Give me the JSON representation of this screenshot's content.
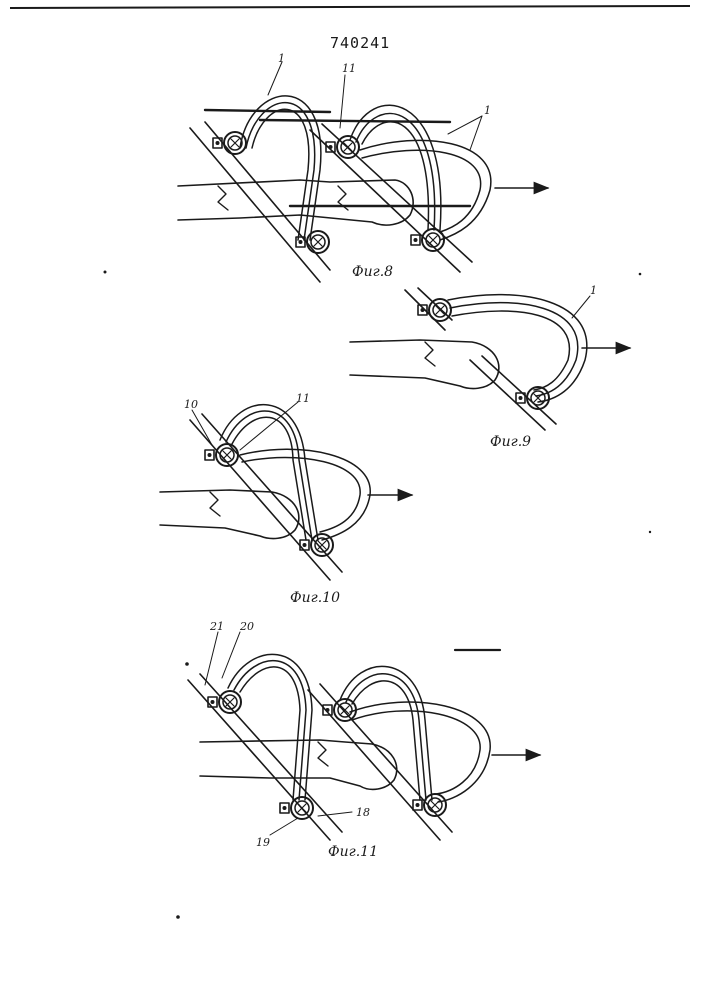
{
  "page": {
    "patent_number": "740241"
  },
  "figures": [
    {
      "caption": "Фиг.8",
      "labels": [
        "1",
        "11",
        "1"
      ]
    },
    {
      "caption": "Фиг.9",
      "labels": [
        "1"
      ]
    },
    {
      "caption": "Фиг.10",
      "labels": [
        "10",
        "11"
      ]
    },
    {
      "caption": "Фиг.11",
      "labels": [
        "21",
        "20",
        "18",
        "19"
      ]
    }
  ],
  "colors": {
    "ink": "#1a1a1a",
    "paper": "#ffffff"
  }
}
